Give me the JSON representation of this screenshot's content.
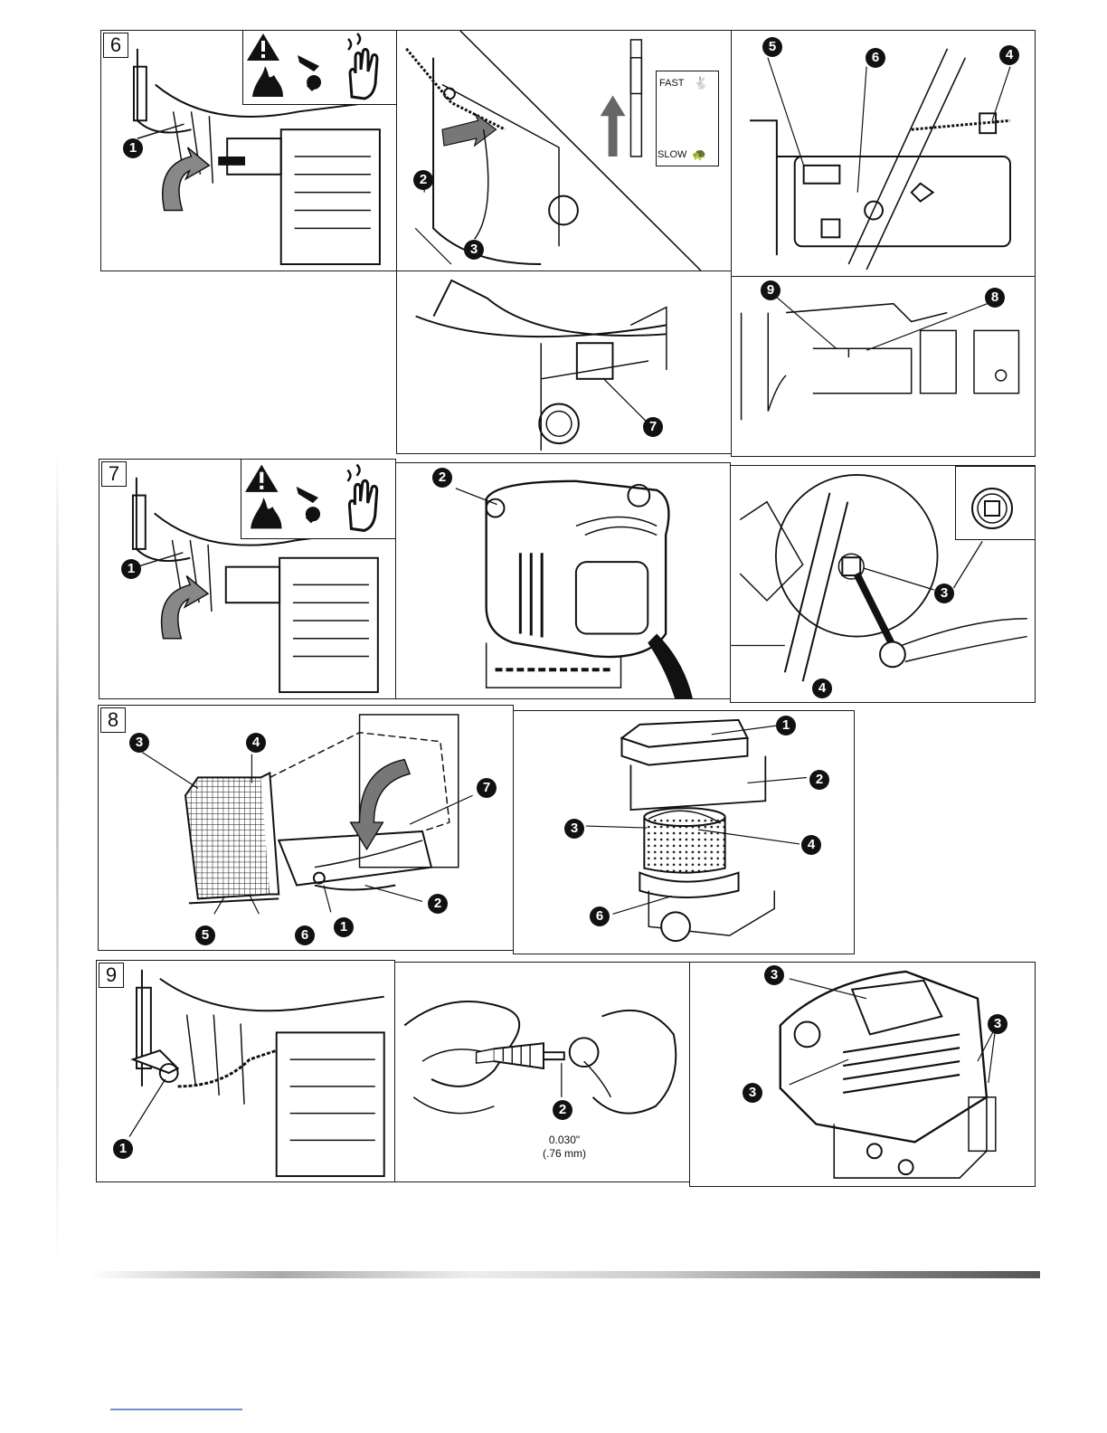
{
  "steps": {
    "s6": "6",
    "s7": "7",
    "s8": "8",
    "s9": "9"
  },
  "callouts": {
    "n1": "1",
    "n2": "2",
    "n3": "3",
    "n4": "4",
    "n5": "5",
    "n6": "6",
    "n7": "7",
    "n8": "8",
    "n9": "9"
  },
  "throttle": {
    "fast": "FAST",
    "slow": "SLOW"
  },
  "spark_gap": {
    "inch": "0.030\"",
    "mm": "(.76 mm)"
  },
  "icons": [
    "warning-triangle-icon",
    "fire-icon",
    "moving-parts-icon",
    "hot-surface-hand-icon",
    "rabbit-icon",
    "turtle-icon",
    "arrow-up-icon",
    "curved-arrow-icon"
  ],
  "colors": {
    "ink": "#111111",
    "grey": "#8a8a8a",
    "paper": "#ffffff"
  }
}
